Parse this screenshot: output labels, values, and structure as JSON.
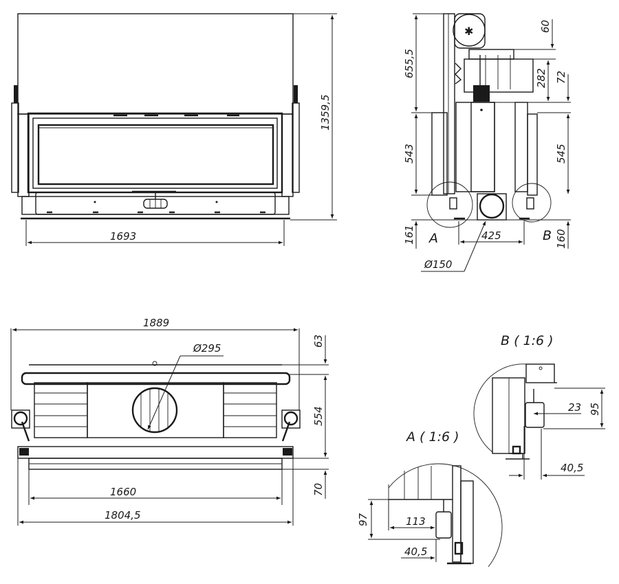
{
  "front_view": {
    "width_label": "1693",
    "height_label": "1359,5"
  },
  "side_view": {
    "upper_height_label": "655,5",
    "middle_left_label": "543",
    "bottom_left_label": "161",
    "top_offset_label": "60",
    "hood_height_label": "282",
    "hood_offset_label": "72",
    "middle_right_label": "545",
    "bottom_right_label": "160",
    "foot_spacing_label": "425",
    "duct_diameter_label": "Ø150",
    "detail_a_marker": "A",
    "detail_b_marker": "B"
  },
  "top_view": {
    "overall_width_label": "1889",
    "duct_diameter_label": "Ø295",
    "top_offset_label": "63",
    "depth_label": "554",
    "bottom_offset_label": "70",
    "inner_width_label": "1660",
    "outer_width_label": "1804,5"
  },
  "detail_b": {
    "title": "B ( 1:6 )",
    "horizontal_offset_label": "23",
    "height_label": "95",
    "foot_offset_label": "40,5"
  },
  "detail_a": {
    "title": "A ( 1:6 )",
    "height_label": "97",
    "horizontal_offset_label": "113",
    "foot_offset_label": "40,5"
  }
}
